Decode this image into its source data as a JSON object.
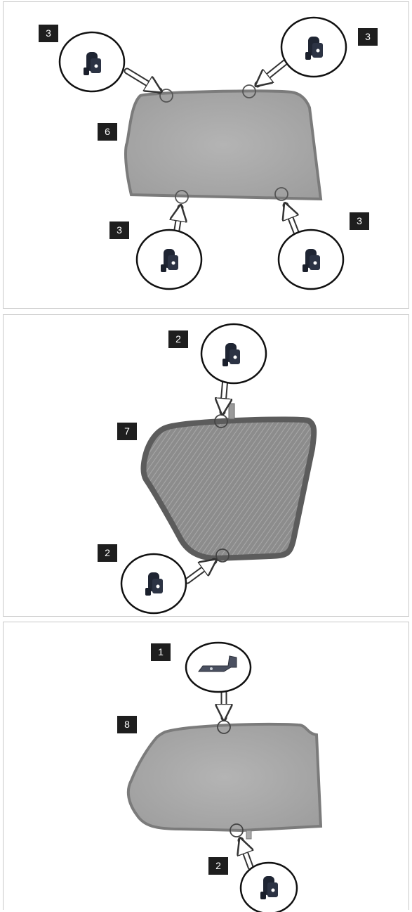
{
  "panels": [
    {
      "callouts": [
        "3",
        "3",
        "3",
        "3"
      ],
      "screen_label": "6"
    },
    {
      "callouts": [
        "2",
        "2"
      ],
      "screen_label": "7"
    },
    {
      "callouts": [
        "1",
        "2"
      ],
      "screen_label": "8"
    }
  ],
  "colors": {
    "screen_fill": "#a9a9a9",
    "screen_border": "#7b7b7b",
    "label_bg": "#1e1e1e",
    "clip_dark": "#1f2533",
    "clip_grey": "#5a6170"
  }
}
